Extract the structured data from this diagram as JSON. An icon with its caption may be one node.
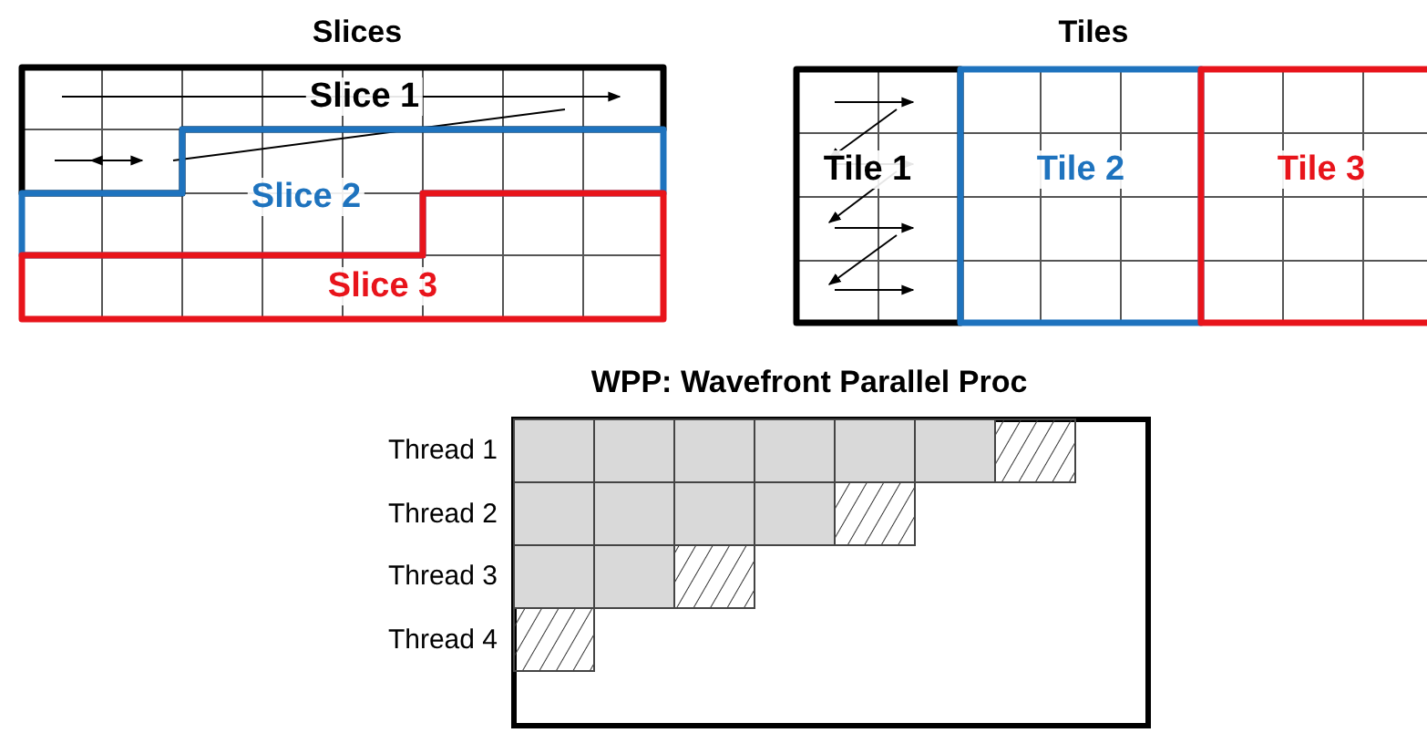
{
  "diagram": {
    "nodes": [
      {
        "text": [
          "Slice 1"
        ]
      },
      {
        "text": [
          "Slice 2"
        ]
      },
      {
        "text": [
          "Slice 3"
        ]
      },
      {
        "text": [
          "Tile 1"
        ]
      },
      {
        "text": [
          "Tile 2"
        ]
      },
      {
        "text": [
          "Tile 3"
        ]
      }
    ],
    "labels": [
      "Slices",
      "Tiles",
      "WPP: Wavefront Parallel Proc",
      "Thread 1",
      "Thread 2",
      "Thread 3",
      "Thread 4"
    ]
  }
}
